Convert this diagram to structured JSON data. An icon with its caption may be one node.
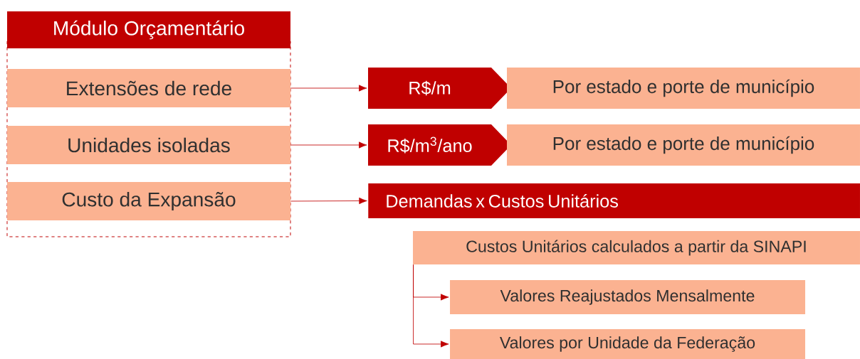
{
  "diagram": {
    "nodes": [
      {
        "text": [
          "Módulo Orçamentário"
        ]
      },
      {
        "text": [
          "Extensões de rede"
        ],
        "in": 0
      },
      {
        "text": [
          "Unidades isoladas"
        ],
        "in": 0
      },
      {
        "text": [
          "Custo da Expansão"
        ],
        "in": 0
      },
      {
        "text": [
          "R$/m"
        ]
      },
      {
        "text": [
          "Por estado e porte de município"
        ]
      },
      {
        "text": [
          "R$/m$^{3}$/ano"
        ]
      },
      {
        "text": [
          "Por estado e porte de município"
        ]
      },
      {
        "text": [
          "Demandas x Custos Unitários"
        ]
      },
      {
        "text": [
          "Custos Unitários calculados a partir da SINAPI"
        ]
      },
      {
        "text": [
          "Valores Reajustados Mensalmente"
        ]
      },
      {
        "text": [
          "Valores por Unidade da Federação"
        ]
      }
    ],
    "edges": [
      {
        "from": 1,
        "to": 4,
        "arrow": "to"
      },
      {
        "from": 2,
        "to": 6,
        "arrow": "to"
      },
      {
        "from": 3,
        "to": 8,
        "arrow": "to"
      },
      {
        "from": 9,
        "to": 10,
        "arrow": "to"
      },
      {
        "from": 9,
        "to": 11,
        "arrow": "to"
      }
    ]
  }
}
